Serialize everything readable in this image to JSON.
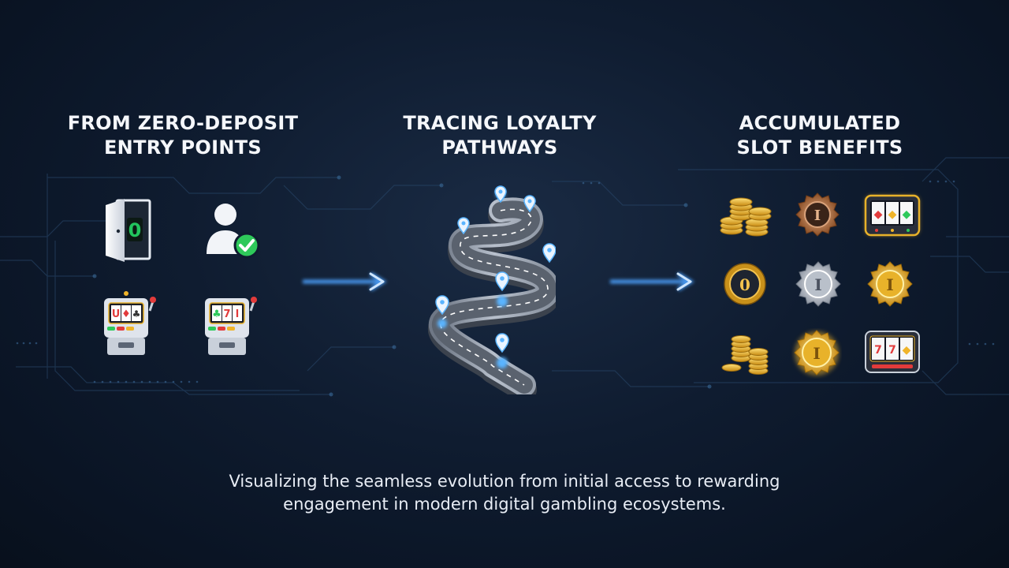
{
  "sections": [
    {
      "id": "entry",
      "title_lines": [
        "FROM ZERO-DEPOSIT",
        "ENTRY POINTS"
      ]
    },
    {
      "id": "pathways",
      "title_lines": [
        "TRACING LOYALTY",
        "PATHWAYS"
      ]
    },
    {
      "id": "benefits",
      "title_lines": [
        "ACCUMULATED",
        "SLOT BENEFITS"
      ]
    }
  ],
  "caption_lines": [
    "Visualizing the seamless evolution from initial access to rewarding",
    "engagement in modern digital gambling ecosystems."
  ],
  "icons": {
    "door_digit": "0",
    "badge_symbol": "I",
    "entry_icons": [
      "door-icon",
      "verified-user-icon",
      "slot-machine-icon",
      "slot-machine-icon"
    ],
    "benefit_icons": [
      "coin-stack-icon",
      "bronze-badge-icon",
      "slot-screen-icon",
      "dark-coin-icon",
      "silver-badge-icon",
      "gold-badge-icon",
      "coin-stack-icon",
      "gold-badge-icon",
      "slot-screen-icon"
    ]
  },
  "colors": {
    "background": "#0f1c30",
    "arrow": "#4da3ff",
    "pin": "#5ab4ff",
    "gold": "#e8b22a",
    "check": "#2ec95a",
    "door_digit": "#22c55e"
  }
}
